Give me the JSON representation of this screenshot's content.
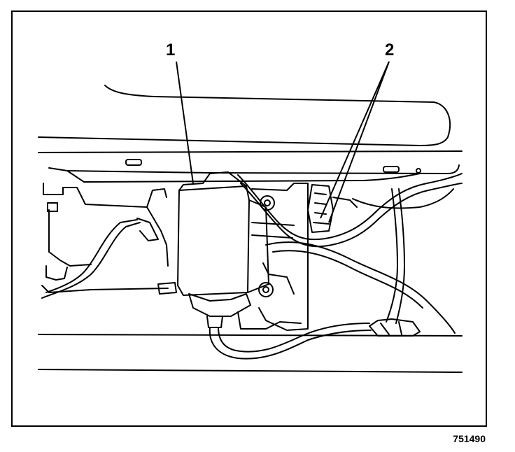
{
  "callouts": [
    {
      "number": "1"
    },
    {
      "number": "2"
    }
  ],
  "figure_id": "751490"
}
